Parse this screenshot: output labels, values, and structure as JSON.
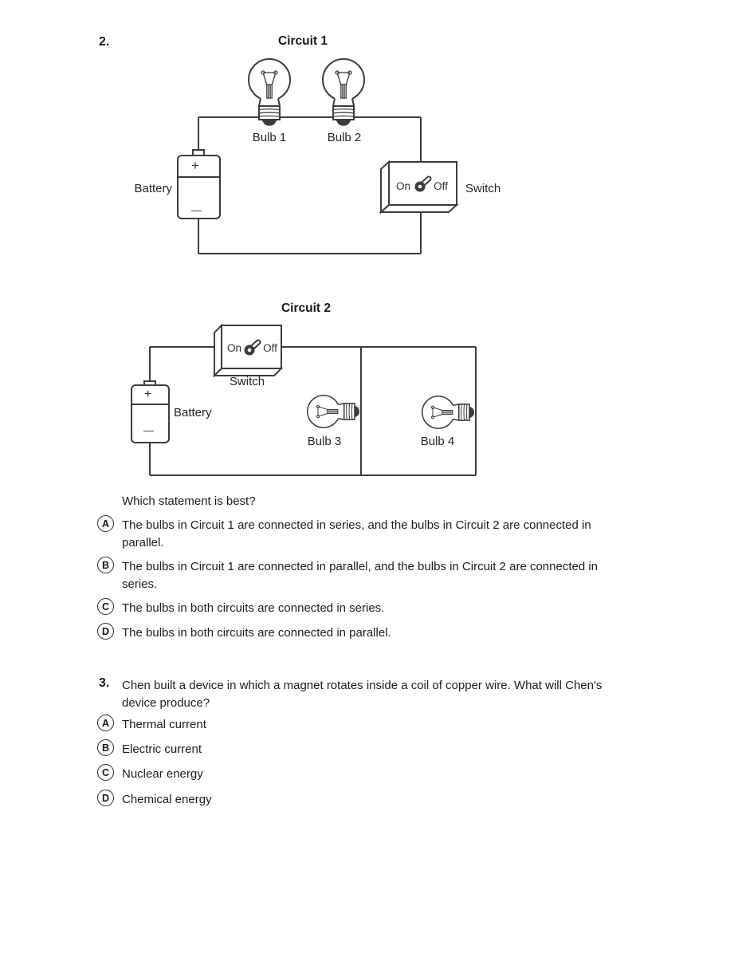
{
  "question2": {
    "number": "2.",
    "circuit1": {
      "title": "Circuit 1",
      "bulb1_label": "Bulb 1",
      "bulb2_label": "Bulb 2",
      "battery_label": "Battery",
      "battery_plus": "+",
      "battery_minus": "—",
      "switch_on": "On",
      "switch_off": "Off",
      "switch_label": "Switch"
    },
    "circuit2": {
      "title": "Circuit 2",
      "switch_on": "On",
      "switch_off": "Off",
      "switch_label": "Switch",
      "battery_label": "Battery",
      "battery_plus": "+",
      "battery_minus": "—",
      "bulb3_label": "Bulb 3",
      "bulb4_label": "Bulb 4"
    },
    "prompt": "Which statement is best?",
    "options": [
      {
        "letter": "A",
        "text": "The bulbs in Circuit 1 are connected in series, and the bulbs in Circuit 2 are connected in\nparallel."
      },
      {
        "letter": "B",
        "text": "The bulbs in Circuit 1 are connected in parallel, and the bulbs in Circuit 2 are connected in\nseries."
      },
      {
        "letter": "C",
        "text": "The bulbs in both circuits are connected in series."
      },
      {
        "letter": "D",
        "text": "The bulbs in both circuits are connected in parallel."
      }
    ]
  },
  "question3": {
    "number": "3.",
    "text": "Chen built a device in which a magnet rotates inside a coil of copper wire. What will Chen's\ndevice produce?",
    "options": [
      {
        "letter": "A",
        "text": "Thermal current"
      },
      {
        "letter": "B",
        "text": "Electric current"
      },
      {
        "letter": "C",
        "text": "Nuclear energy"
      },
      {
        "letter": "D",
        "text": "Chemical energy"
      }
    ]
  },
  "colors": {
    "line": "#3c3c3c",
    "text": "#1d1d1d",
    "background": "#ffffff"
  }
}
